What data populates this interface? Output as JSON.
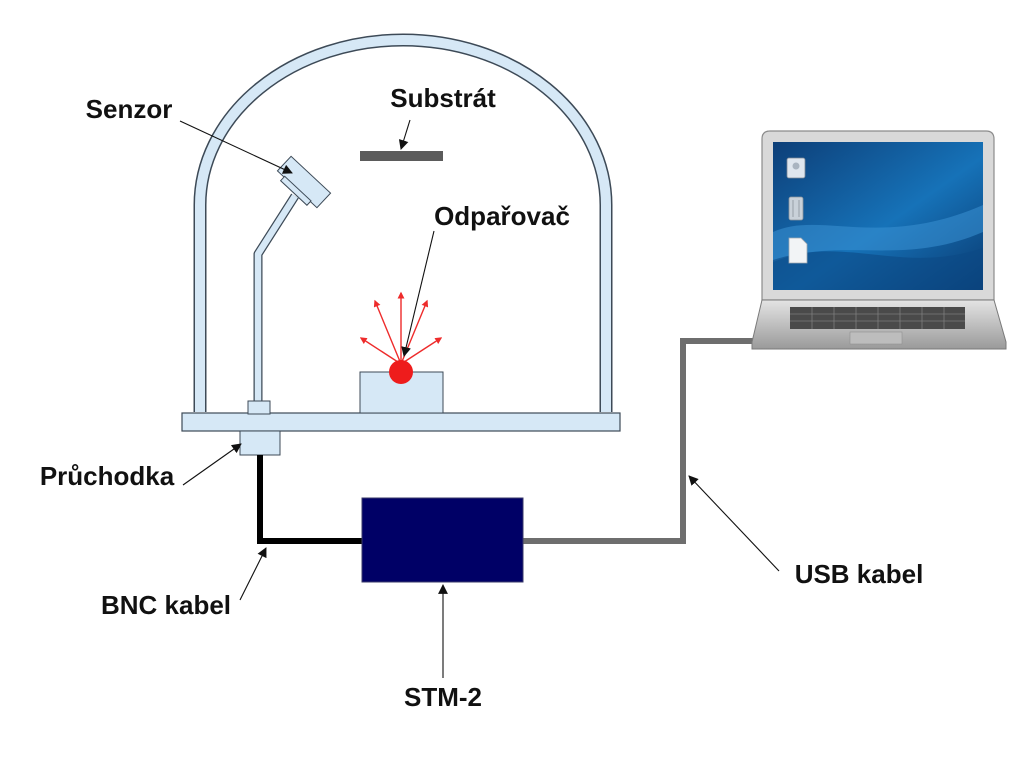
{
  "labels": {
    "senzor": "Senzor",
    "substrat": "Substrát",
    "odparovac": "Odpařovač",
    "pruchodka": "Průchodka",
    "bnc_kabel": "BNC kabel",
    "stm": "STM-2",
    "usb_kabel": "USB kabel"
  },
  "colors": {
    "chamber_fill": "#d6e8f6",
    "chamber_stroke": "#3d4a57",
    "substrate": "#5b5b5b",
    "evaporant": "#ee1c1c",
    "vapor_arrows": "#ee2b2b",
    "bnc_cable": "#000000",
    "usb_cable": "#6e6e6e",
    "stm_box": "#000066",
    "screen": "#0a4f8f"
  },
  "icons": {
    "laptop": "laptop-icon",
    "desktop_icons": [
      "hard-drive-icon",
      "trash-icon",
      "document-icon"
    ]
  }
}
